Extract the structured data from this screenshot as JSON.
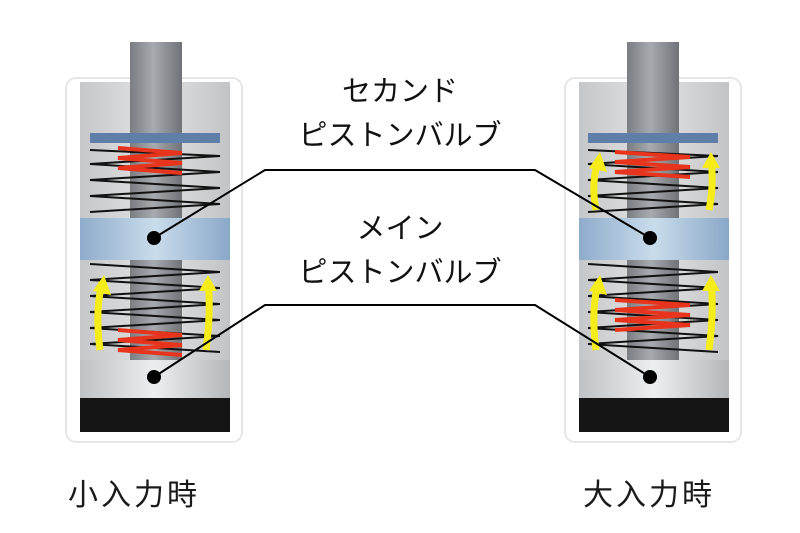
{
  "labels": {
    "second_valve_line1": "セカンド",
    "second_valve_line2": "ピストンバルブ",
    "main_valve_line1": "メイン",
    "main_valve_line2": "ピストンバルブ"
  },
  "captions": {
    "small_input": "小入力時",
    "large_input": "大入力時"
  },
  "colors": {
    "rod": "#8f9397",
    "cylinder_bg": "#d6d7d8",
    "cylinder_border": "#e9e9e9",
    "valve_plate": "#6d8cb3",
    "main_valve": "#a9c2d8",
    "spring_black": "#111111",
    "spring_red": "#e8341c",
    "arrow_yellow": "#f5ec1a",
    "base": "#161616",
    "leader_line": "#000000"
  }
}
